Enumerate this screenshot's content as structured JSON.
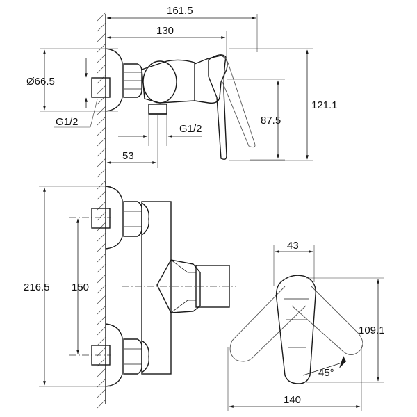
{
  "dimensions": {
    "top": {
      "overall_width": "161.5",
      "projection": "130",
      "outer_diameter": "Ø66.5",
      "inlet_thread": "G1/2",
      "outlet_thread": "G1/2",
      "axis_offset": "53",
      "handle_height": "87.5",
      "total_height": "121.1"
    },
    "front": {
      "total_height": "216.5",
      "inlet_spacing": "150"
    },
    "handle": {
      "width_top": "43",
      "height": "109.1",
      "swing_angle": "45°",
      "swing_width": "140"
    }
  }
}
